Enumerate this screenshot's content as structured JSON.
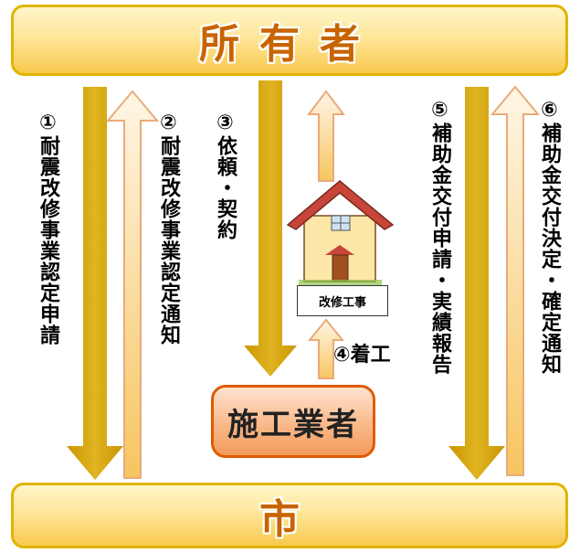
{
  "top_party": "所有者",
  "bottom_party": "市",
  "contractor": "施工業者",
  "work_caption": "改修工事",
  "step4": "④着工",
  "steps": [
    {
      "label": "①耐震改修事業認定申請"
    },
    {
      "label": "②耐震改修事業認定通知"
    },
    {
      "label": "③依頼・契約"
    },
    {
      "label": "⑤補助金交付申請・実績報告"
    },
    {
      "label": "⑥補助金交付決定・確定通知"
    }
  ],
  "colors": {
    "bar_border": "#e0b400",
    "bar_text": "#c86400",
    "arrow_down": "#d4a10e",
    "arrow_up_outline": "#e8ab7a",
    "contractor_border": "#e05a00"
  }
}
